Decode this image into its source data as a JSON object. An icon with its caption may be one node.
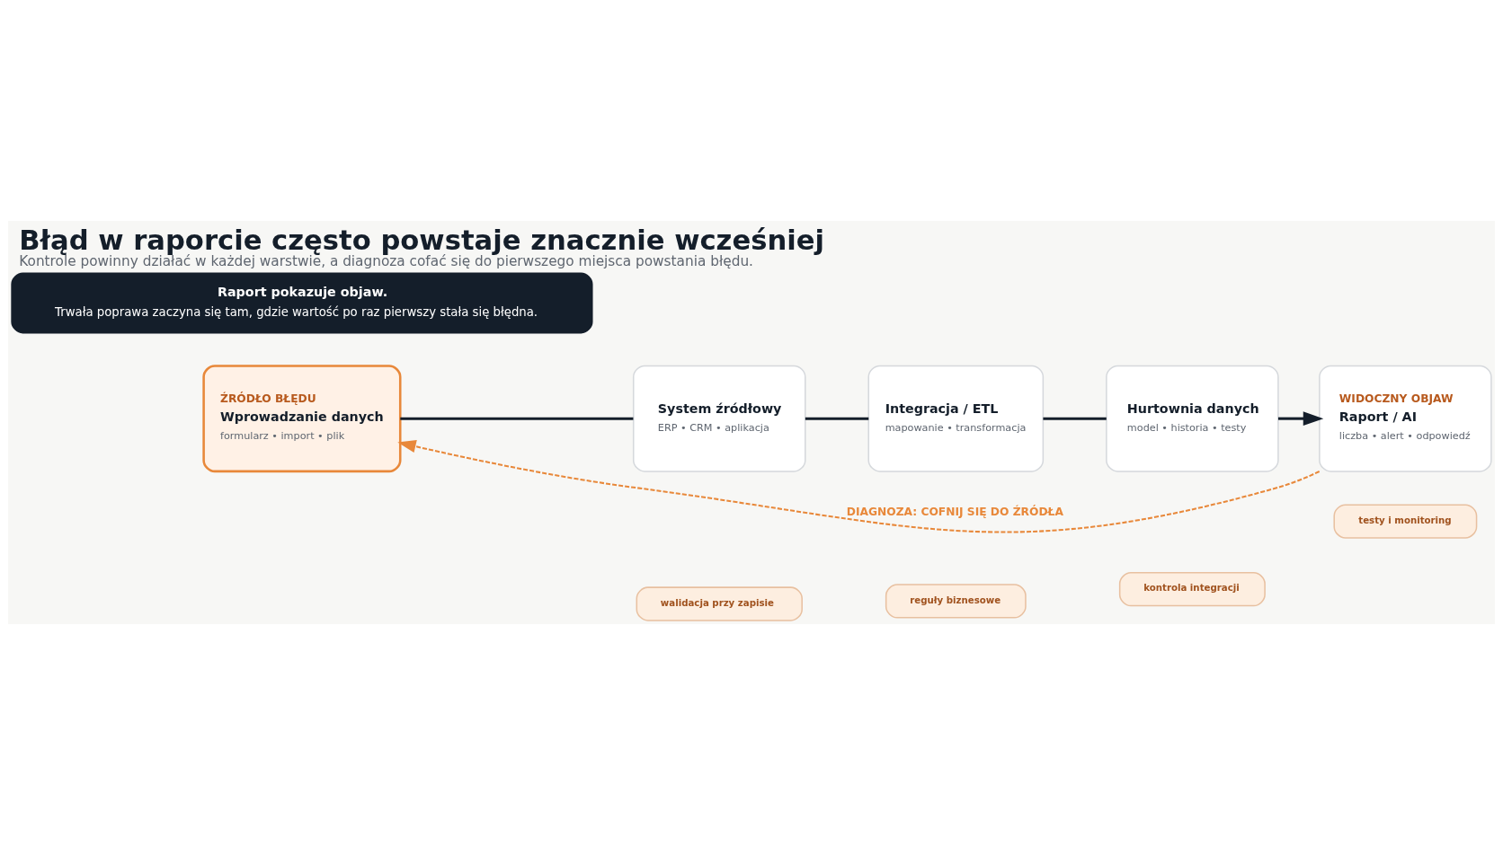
{
  "diagram": {
    "title": "Błąd w raporcie często powstaje znacznie wcześniej",
    "caption": "Kontrole powinny działać w każdej warstwie, a diagnoza cofać się do pierwszego miejsca powstania błędu.",
    "nodes": [
      {
        "text": [
          "walidacja przy zapisie"
        ]
      },
      {
        "text": [
          "reguły biznesowe"
        ]
      },
      {
        "text": [
          "kontrola integracji"
        ]
      },
      {
        "text": [
          "testy i monitoring"
        ]
      },
      {
        "text": [
          "ŹRÓDŁO BŁĘDU",
          "Wprowadzanie danych",
          "formularz • import • plik"
        ]
      },
      {
        "text": [
          "System źródłowy",
          "ERP • CRM • aplikacja"
        ]
      },
      {
        "text": [
          "Integracja / ETL",
          "mapowanie • transformacja"
        ]
      },
      {
        "text": [
          "Hurtownia danych",
          "model • historia • testy"
        ]
      },
      {
        "text": [
          "WIDOCZNY OBJAW",
          "Raport / AI",
          "liczba • alert • odpowiedź"
        ]
      },
      {
        "text": [
          "Raport pokazuje objaw.",
          "Trwała poprawa zaczyna się tam, gdzie wartość po raz pierwszy stała się błędna."
        ]
      }
    ],
    "edges": [
      {
        "from": 4,
        "to": 5,
        "arrow": "none"
      },
      {
        "from": 5,
        "to": 6,
        "arrow": "none"
      },
      {
        "from": 6,
        "to": 7,
        "arrow": "none"
      },
      {
        "from": 7,
        "to": 8,
        "arrow": "to"
      },
      {
        "from": 8,
        "to": 4,
        "arrow": "to",
        "style": "dashed",
        "color": "#e8883a",
        "label": "DIAGNOZA: COFNIJ SIĘ DO ŹRÓDŁA"
      }
    ]
  }
}
